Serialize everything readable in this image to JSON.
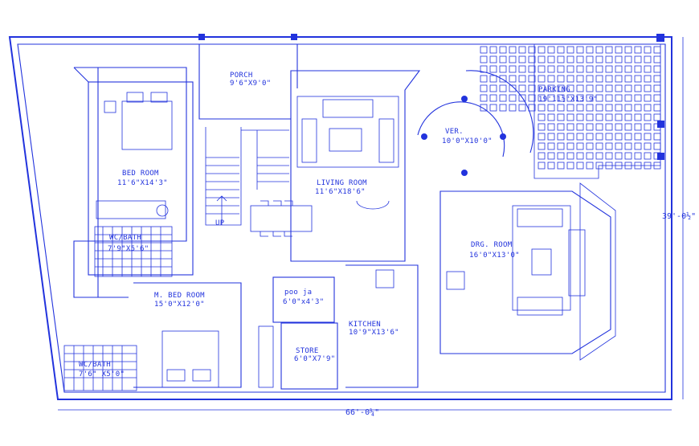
{
  "rooms": {
    "porch": {
      "name": "PORCH",
      "size": "9'6\"X9'0\""
    },
    "parking": {
      "name": "PARKING",
      "size": "19'11½\"X13'9\""
    },
    "verandah": {
      "name": "VER.",
      "size": "10'0\"X10'0\""
    },
    "bed_room": {
      "name": "BED ROOM",
      "size": "11'6\"X14'3\""
    },
    "living_room": {
      "name": "LIVING ROOM",
      "size": "11'6\"X18'6\""
    },
    "wc_bath_1": {
      "name": "WC/BATH",
      "size": "7'9\"X5'6\""
    },
    "drg_room": {
      "name": "DRG. ROOM",
      "size": "16'0\"X13'0\""
    },
    "m_bed_room": {
      "name": "M. BED ROOM",
      "size": "15'0\"X12'0\""
    },
    "pooja": {
      "name": "poo ja",
      "size": "6'0\"x4'3\""
    },
    "kitchen": {
      "name": "KITCHEN",
      "size": "10'9\"X13'6\""
    },
    "store": {
      "name": "STORE",
      "size": "6'0\"X7'9\""
    },
    "wc_bath_2": {
      "name": "WC/BATH",
      "size": "7'6\" X5'0\""
    }
  },
  "stair_label": "UP",
  "dimensions": {
    "width": "66'-0¼\"",
    "height": "39'-0½\""
  },
  "colors": {
    "line": "#2233dd",
    "background": "#ffffff"
  }
}
